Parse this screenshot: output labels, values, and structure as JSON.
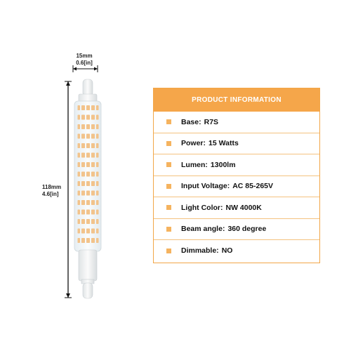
{
  "dimensions": {
    "width_mm": "15mm",
    "width_in": "0.6[in]",
    "height_mm": "118mm",
    "height_in": "4.6[in]"
  },
  "panel": {
    "title": "PRODUCT INFORMATION",
    "rows": [
      {
        "label": "Base:",
        "value": "R7S"
      },
      {
        "label": "Power:",
        "value": "15 Watts"
      },
      {
        "label": "Lumen:",
        "value": "1300lm"
      },
      {
        "label": "Input Voltage:",
        "value": "AC 85-265V"
      },
      {
        "label": "Light Color:",
        "value": "NW 4000K"
      },
      {
        "label": "Beam angle:",
        "value": "360 degree"
      },
      {
        "label": "Dimmable:",
        "value": "NO"
      }
    ]
  },
  "colors": {
    "accent": "#F5A64A",
    "led": "#F2C38B",
    "border": "#F2A647"
  }
}
